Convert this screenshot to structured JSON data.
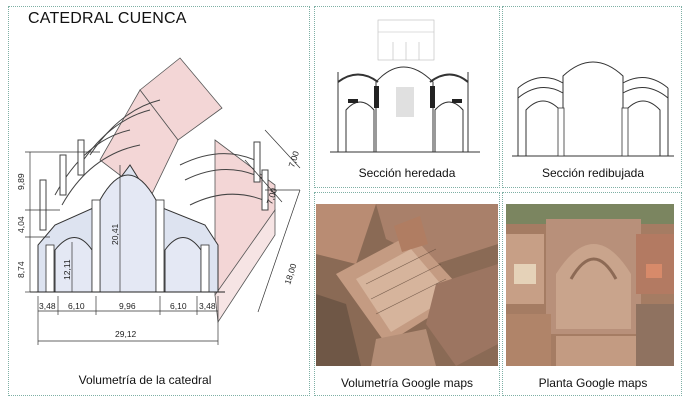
{
  "title": "CATEDRAL CUENCA",
  "captions": {
    "volumetria": "Volumetría de la catedral",
    "seccion_heredada": "Sección heredada",
    "seccion_redibujada": "Sección redibujada",
    "volumetria_google": "Volumetría Google maps",
    "planta_google": "Planta Google maps"
  },
  "dimensions": {
    "left_heights": [
      "9,89",
      "4,04",
      "8,74"
    ],
    "center_height": "20,41",
    "aisle_height": "12,11",
    "bays": [
      "7,00",
      "7,00"
    ],
    "length": "18,00",
    "widths": [
      "3,48",
      "6,10",
      "9,96",
      "6,10",
      "3,48"
    ],
    "total_width": "29,12"
  },
  "colors": {
    "panel_border": "#7fb0a5",
    "roof_pink": "#f3d6d6",
    "interior_blue": "#dde3f0"
  }
}
